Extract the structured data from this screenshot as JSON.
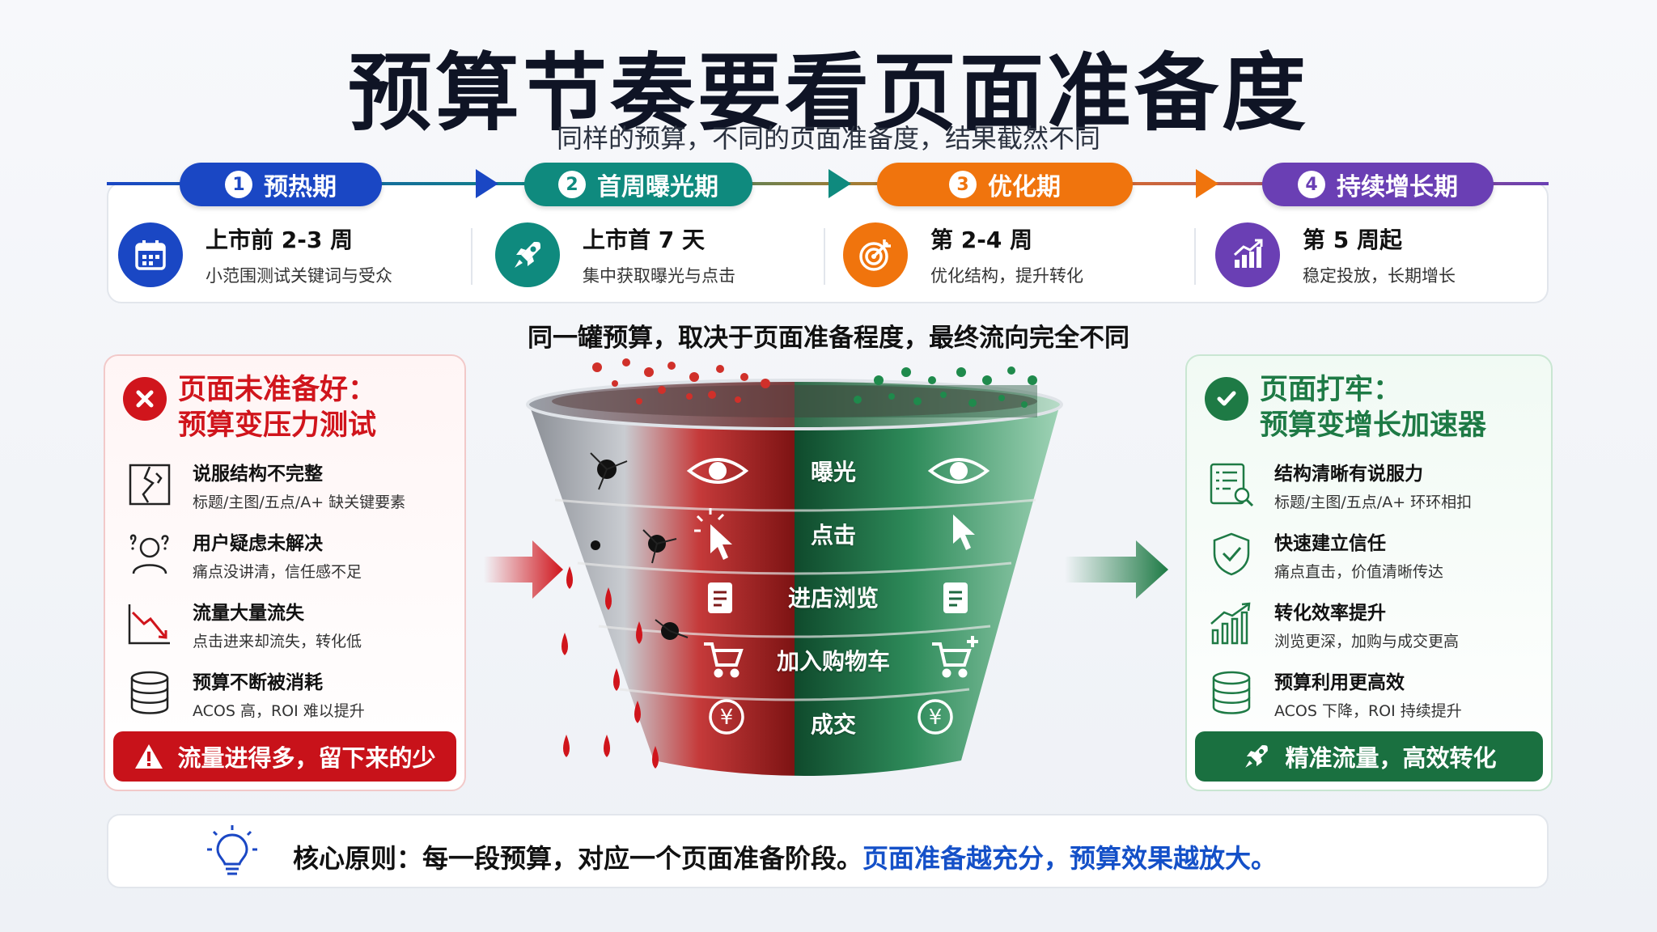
{
  "title": "预算节奏要看页面准备度",
  "subtitle": "同样的预算，不同的页面准备度，结果截然不同",
  "phases": [
    {
      "num": "1",
      "name": "预热期",
      "head": "上市前 2-3 周",
      "desc": "小范围测试关键词与受众",
      "color": "#1a47c4",
      "icon": "calendar-icon"
    },
    {
      "num": "2",
      "name": "首周曝光期",
      "head": "上市首 7 天",
      "desc": "集中获取曝光与点击",
      "color": "#0f8a7e",
      "icon": "rocket-icon"
    },
    {
      "num": "3",
      "name": "优化期",
      "head": "第 2-4 周",
      "desc": "优化结构，提升转化",
      "color": "#f0740d",
      "icon": "target-icon"
    },
    {
      "num": "4",
      "name": "持续增长期",
      "head": "第 5 周起",
      "desc": "稳定投放，长期增长",
      "color": "#6a3fb4",
      "icon": "growth-chart-icon"
    }
  ],
  "mid_caption": "同一罐预算，取决于页面准备程度，最终流向完全不同",
  "left_panel": {
    "title_line1": "页面未准备好：",
    "title_line2": "预算变压力测试",
    "color": "#d0151c",
    "items": [
      {
        "title": "说服结构不完整",
        "desc": "标题/主图/五点/A+ 缺关键要素",
        "icon": "broken-frame-icon"
      },
      {
        "title": "用户疑虑未解决",
        "desc": "痛点没讲清，信任感不足",
        "icon": "confused-user-icon"
      },
      {
        "title": "流量大量流失",
        "desc": "点击进来却流失，转化低",
        "icon": "down-trend-icon"
      },
      {
        "title": "预算不断被消耗",
        "desc": "ACOS 高，ROI 难以提升",
        "icon": "coin-stack-icon"
      }
    ],
    "banner": "流量进得多，留下来的少"
  },
  "right_panel": {
    "title_line1": "页面打牢：",
    "title_line2": "预算变增长加速器",
    "color": "#1e7a45",
    "items": [
      {
        "title": "结构清晰有说服力",
        "desc": "标题/主图/五点/A+ 环环相扣",
        "icon": "document-search-icon"
      },
      {
        "title": "快速建立信任",
        "desc": "痛点直击，价值清晰传达",
        "icon": "shield-check-icon"
      },
      {
        "title": "转化效率提升",
        "desc": "浏览更深，加购与成交更高",
        "icon": "bar-growth-icon"
      },
      {
        "title": "预算利用更高效",
        "desc": "ACOS 下降，ROI 持续提升",
        "icon": "coin-stack-icon"
      }
    ],
    "banner": "精准流量，高效转化"
  },
  "funnel_stages": [
    {
      "label": "曝光",
      "icon": "eye-icon"
    },
    {
      "label": "点击",
      "icon": "cursor-icon"
    },
    {
      "label": "进店浏览",
      "icon": "page-icon"
    },
    {
      "label": "加入购物车",
      "icon": "cart-icon"
    },
    {
      "label": "成交",
      "icon": "yen-icon"
    }
  ],
  "principle": {
    "prefix": "核心原则：每一段预算，对应一个页面准备阶段。",
    "highlight": "页面准备越充分，预算效果越放大。",
    "icon": "lightbulb-icon"
  }
}
